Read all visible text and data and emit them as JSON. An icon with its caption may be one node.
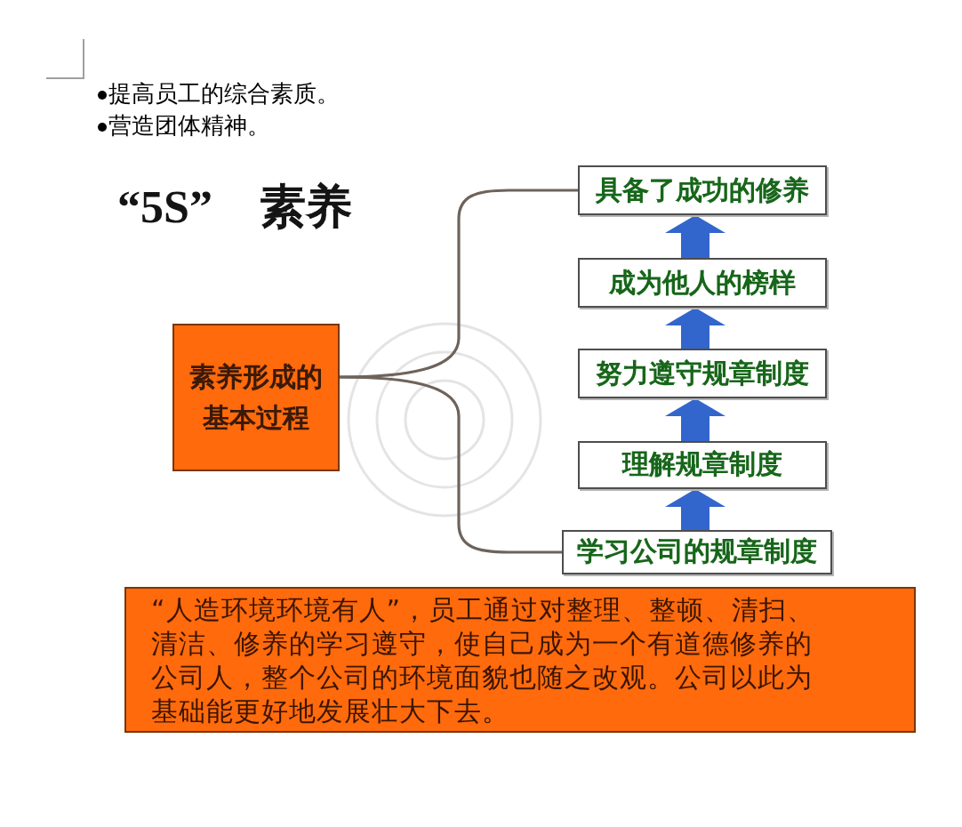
{
  "diagram": {
    "title": "“5S” 素养",
    "nodes": [
      {
        "text": [
          "素养形成的基本过程"
        ]
      },
      {
        "text": [
          "具备了成功的修养"
        ]
      },
      {
        "text": [
          "成为他人的榜样"
        ]
      },
      {
        "text": [
          "努力遵守规章制度"
        ]
      },
      {
        "text": [
          "理解规章制度"
        ]
      },
      {
        "text": [
          "学习公司的规章制度"
        ]
      },
      {
        "text": [
          "“人造环境环境有人”，员工通过对整理、整顿、清扫、清洁、修养的学习遵守，使自己成为一个有道德修养的公司人，整个公司的环境面貌也随之改观。公司以此为基础能更好地发展壮大下去。"
        ]
      }
    ],
    "edges": [
      {
        "from": 0,
        "to": 1,
        "arrow": "none",
        "color": "#6e635b"
      },
      {
        "from": 0,
        "to": 5,
        "arrow": "none",
        "color": "#6e635b"
      },
      {
        "from": 5,
        "to": 4,
        "arrow": "to"
      },
      {
        "from": 4,
        "to": 3,
        "arrow": "to"
      },
      {
        "from": 3,
        "to": 2,
        "arrow": "to"
      },
      {
        "from": 2,
        "to": 1,
        "arrow": "to"
      }
    ],
    "labels": [
      "提高员工的综合素质。",
      "营造团体精神。"
    ]
  }
}
